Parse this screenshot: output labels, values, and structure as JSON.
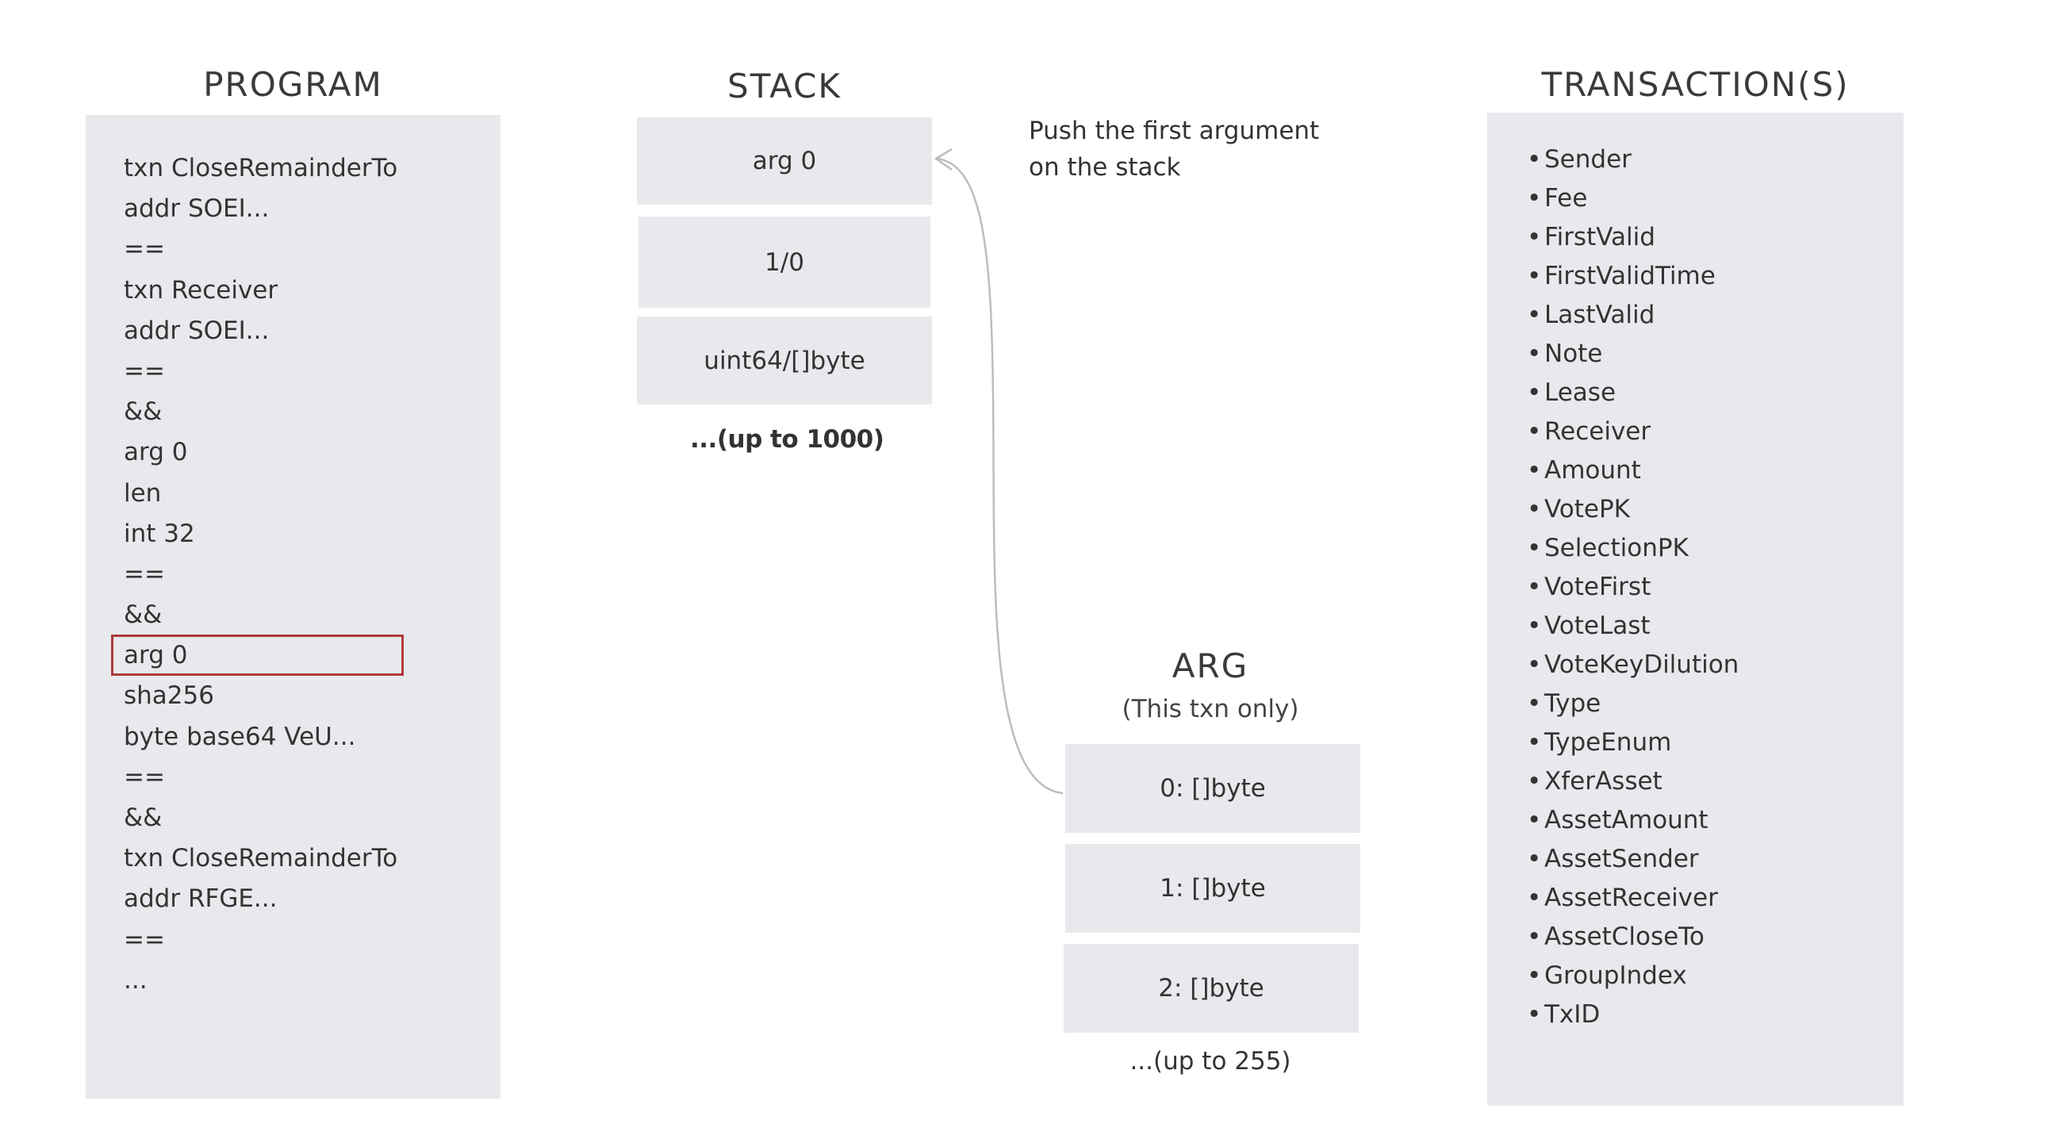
{
  "program": {
    "title": "PROGRAM",
    "lines": [
      "txn CloseRemainderTo",
      "addr SOEI...",
      "==",
      "txn Receiver",
      "addr SOEI...",
      "==",
      "&&",
      "arg 0",
      "len",
      "int 32",
      "==",
      "&&",
      "arg 0",
      "sha256",
      "byte base64 VeU...",
      "==",
      "&&",
      "txn CloseRemainderTo",
      "addr RFGE...",
      "==",
      "..."
    ],
    "highlighted_line": "arg 0"
  },
  "stack": {
    "title": "STACK",
    "items": [
      "arg 0",
      "1/0",
      "uint64/[]byte"
    ],
    "more": "...(up to 1000)"
  },
  "note": {
    "line1": "Push the first argument",
    "line2": "on the stack"
  },
  "arg": {
    "title": "ARG",
    "subtitle": "(This txn only)",
    "items": [
      "0: []byte",
      "1: []byte",
      "2: []byte"
    ],
    "more": "...(up to 255)"
  },
  "transactions": {
    "title": "TRANSACTION(S)",
    "bullet": "•",
    "fields": [
      "Sender",
      "Fee",
      "FirstValid",
      "FirstValidTime",
      "LastValid",
      "Note",
      "Lease",
      "Receiver",
      "Amount",
      "VotePK",
      "SelectionPK",
      "VoteFirst",
      "VoteLast",
      "VoteKeyDilution",
      "Type",
      "TypeEnum",
      "XferAsset",
      "AssetAmount",
      "AssetSender",
      "AssetReceiver",
      "AssetCloseTo",
      "GroupIndex",
      "TxID"
    ]
  },
  "colors": {
    "panel": "#e8e9ec",
    "highlight_border": "#b03a3a",
    "arrow": "#bdbdbd"
  }
}
